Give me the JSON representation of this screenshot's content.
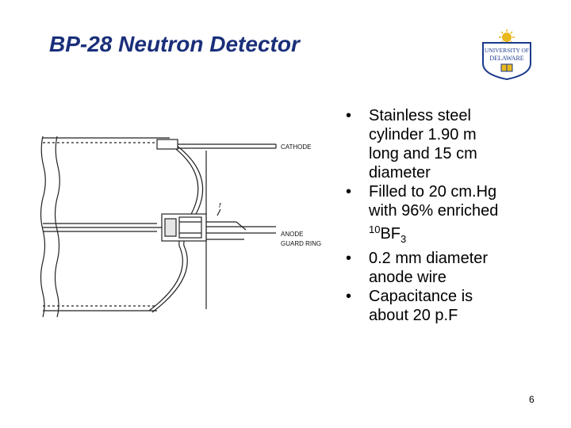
{
  "slide": {
    "title": "BP-28 Neutron Detector",
    "page_number": "6"
  },
  "logo": {
    "line1": "UNIVERSITY OF",
    "line2": "DELAWARE",
    "colors": {
      "blue": "#1a3a8c",
      "gold": "#e8b81c"
    }
  },
  "diagram": {
    "label_cathode": "CATHODE",
    "label_anode": "ANODE",
    "label_guard_ring": "GUARD RING",
    "label_marker": "f"
  },
  "bullets": [
    {
      "bullet": "•",
      "lines": [
        "Stainless steel",
        "cylinder 1.90 m",
        "long and 15 cm",
        "diameter"
      ]
    },
    {
      "bullet": "•",
      "lines": [
        "Filled to 20 cm.Hg",
        "with 96% enriched"
      ],
      "iso_sup": "10",
      "iso_main": "BF",
      "iso_sub": "3"
    },
    {
      "bullet": "•",
      "lines": [
        "0.2 mm diameter",
        "anode wire"
      ]
    },
    {
      "bullet": "•",
      "lines": [
        "Capacitance is",
        "about 20 p.F"
      ]
    }
  ]
}
